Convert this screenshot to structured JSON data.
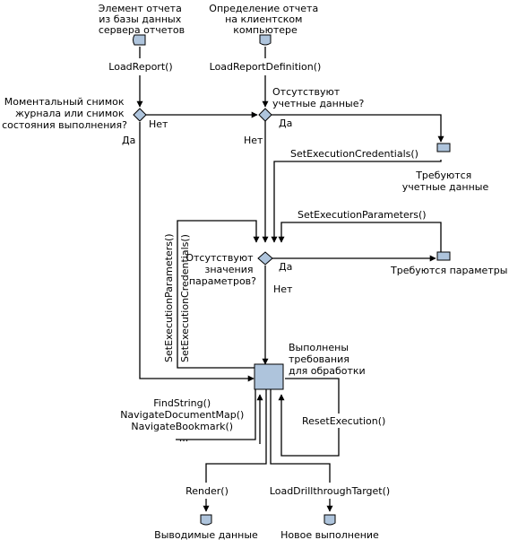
{
  "diagram": {
    "report_item": [
      "Элемент отчета",
      "из базы данных",
      "сервера отчетов"
    ],
    "report_definition": [
      "Определение отчета",
      "на клиентском",
      "компьютере"
    ],
    "load_report": "LoadReport()",
    "load_report_definition": "LoadReportDefinition()",
    "snapshot_question": [
      "Моментальный снимок",
      "журнала или снимок",
      "состояния выполнения?"
    ],
    "no_label": "Нет",
    "yes_label": "Да",
    "credentials_question": [
      "Отсутствуют",
      "учетные данные?"
    ],
    "set_execution_credentials": "SetExecutionCredentials()",
    "credentials_required": [
      "Требуются",
      "учетные данные"
    ],
    "set_execution_parameters": "SetExecutionParameters()",
    "parameters_question": [
      "Отсутствуют",
      "значения",
      "параметров?"
    ],
    "parameters_required": "Требуются параметры",
    "vertical_set_execution_parameters": "SetExecutionParameters()",
    "vertical_set_execution_credentials": "SetExecutionCredentials()",
    "processing_done": [
      "Выполнены",
      "требования",
      "для обработки"
    ],
    "navigation_methods": [
      "FindString()",
      "NavigateDocumentMap()",
      "NavigateBookmark()",
      "..."
    ],
    "reset_execution": "ResetExecution()",
    "render": "Render()",
    "load_drillthrough_target": "LoadDrillthroughTarget()",
    "output_data": "Выводимые данные",
    "new_execution": "Новое выполнение"
  },
  "colors": {
    "shape_fill": "#aec4dc",
    "line": "#000000"
  }
}
